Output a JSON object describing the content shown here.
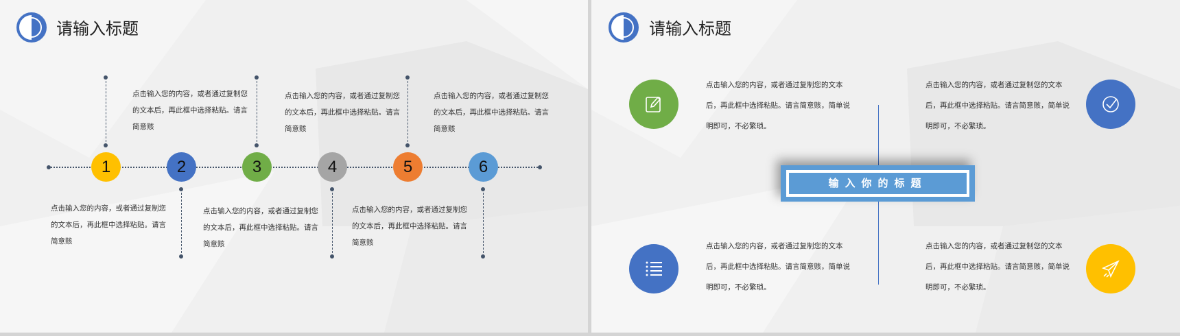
{
  "slide1": {
    "title": "请输入标题",
    "steps": [
      {
        "number": "1",
        "color": "#ffc000",
        "position": "top"
      },
      {
        "number": "2",
        "color": "#4472c4",
        "position": "bottom"
      },
      {
        "number": "3",
        "color": "#70ad47",
        "position": "top"
      },
      {
        "number": "4",
        "color": "#a5a5a5",
        "position": "bottom"
      },
      {
        "number": "5",
        "color": "#ed7d31",
        "position": "top"
      },
      {
        "number": "6",
        "color": "#5b9bd5",
        "position": "bottom"
      }
    ],
    "texts": [
      {
        "lines": [
          "点击输入您的内容，或者通过复制您",
          "的文本后，再此框中选择粘贴。请言",
          "简意赅"
        ]
      },
      {
        "lines": [
          "点击输入您的内容，或者通过复制您",
          "的文本后，再此框中选择粘贴。请言",
          "简意赅"
        ]
      },
      {
        "lines": [
          "点击输入您的内容，或者通过复制您",
          "的文本后，再此框中选择粘贴。请言",
          "简意赅"
        ]
      },
      {
        "lines": [
          "点击输入您的内容，或者通过复制您",
          "的文本后，再此框中选择粘贴。请言",
          "简意赅"
        ]
      },
      {
        "lines": [
          "点击输入您的内容，或者通过复制您",
          "的文本后，再此框中选择粘贴。请言",
          "简意赅"
        ]
      },
      {
        "lines": [
          "点击输入您的内容，或者通过复制您",
          "的文本后，再此框中选择粘贴。请言",
          "简意赅"
        ]
      }
    ]
  },
  "slide2": {
    "title": "请输入标题",
    "center_title": "输入你的标题",
    "items": [
      {
        "icon": "edit-icon",
        "color": "#70ad47",
        "lines": [
          "点击输入您的内容，或者通过复制您的文本",
          "后，再此框中选择粘贴。请言简意赅，简单说",
          "明即可，不必繁琐。"
        ]
      },
      {
        "icon": "check-icon",
        "color": "#4472c4",
        "lines": [
          "点击输入您的内容，或者通过复制您的文本",
          "后，再此框中选择粘贴。请言简意赅，简单说",
          "明即可，不必繁琐。"
        ]
      },
      {
        "icon": "list-icon",
        "color": "#4472c4",
        "lines": [
          "点击输入您的内容，或者通过复制您的文本",
          "后，再此框中选择粘贴。请言简意赅，简单说",
          "明即可，不必繁琐。"
        ]
      },
      {
        "icon": "paper-plane-icon",
        "color": "#ffc000",
        "lines": [
          "点击输入您的内容，或者通过复制您的文本",
          "后，再此框中选择粘贴。请言简意赅，简单说",
          "明即可，不必繁琐。"
        ]
      }
    ]
  }
}
